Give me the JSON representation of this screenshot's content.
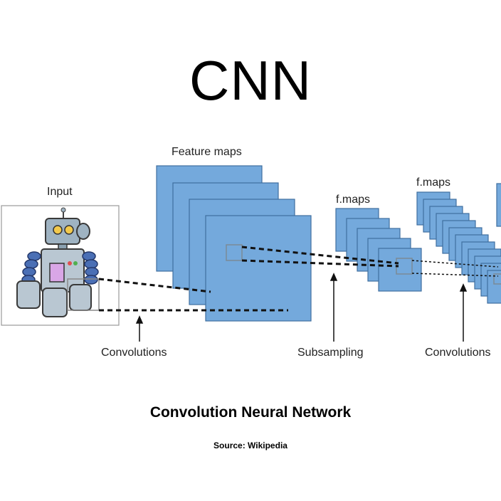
{
  "title": "CNN",
  "labels": {
    "input": "Input",
    "feature_maps": "Feature maps",
    "fmaps_1": "f.maps",
    "fmaps_2": "f.maps",
    "convolutions_1": "Convolutions",
    "subsampling": "Subsampling",
    "convolutions_2": "Convolutions"
  },
  "caption": "Convolution Neural Network",
  "source": "Source: Wikipedia",
  "colors": {
    "map_fill": "#74a9dc",
    "map_stroke": "#3f6f9f"
  }
}
